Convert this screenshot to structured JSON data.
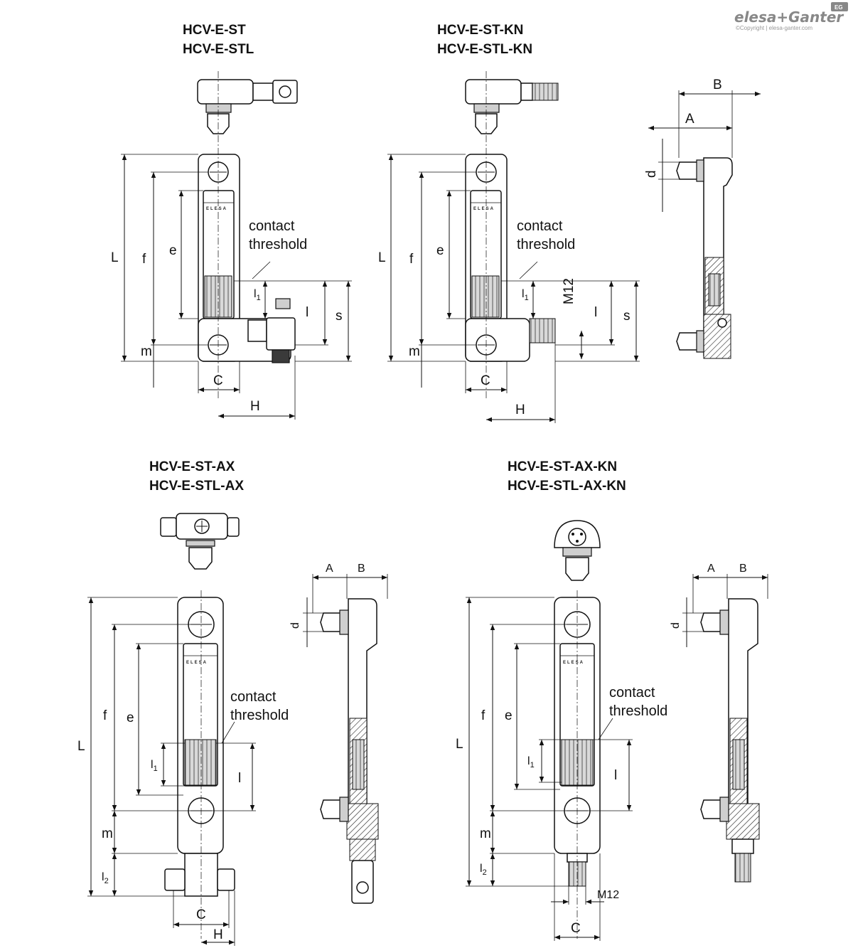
{
  "brand": {
    "name": "elesa+Ganter",
    "badge": "EG",
    "copyright": "©Copyright | elesa-ganter.com"
  },
  "views": {
    "st": {
      "title_1": "HCV-E-ST",
      "title_2": "HCV-E-STL"
    },
    "st_kn": {
      "title_1": "HCV-E-ST-KN",
      "title_2": "HCV-E-STL-KN"
    },
    "st_ax": {
      "title_1": "HCV-E-ST-AX",
      "title_2": "HCV-E-STL-AX"
    },
    "st_ax_kn": {
      "title_1": "HCV-E-ST-AX-KN",
      "title_2": "HCV-E-STL-AX-KN"
    }
  },
  "window_label": "ELESA",
  "annotation": {
    "line_1": "contact",
    "line_2": "threshold"
  },
  "dimensions": {
    "L": "L",
    "f": "f",
    "e": "e",
    "m": "m",
    "l1": "l",
    "l1_sub": "1",
    "l": "l",
    "s": "s",
    "C": "C",
    "H": "H",
    "A": "A",
    "B": "B",
    "d": "d",
    "M12": "M12",
    "l2": "l",
    "l2_sub": "2"
  }
}
